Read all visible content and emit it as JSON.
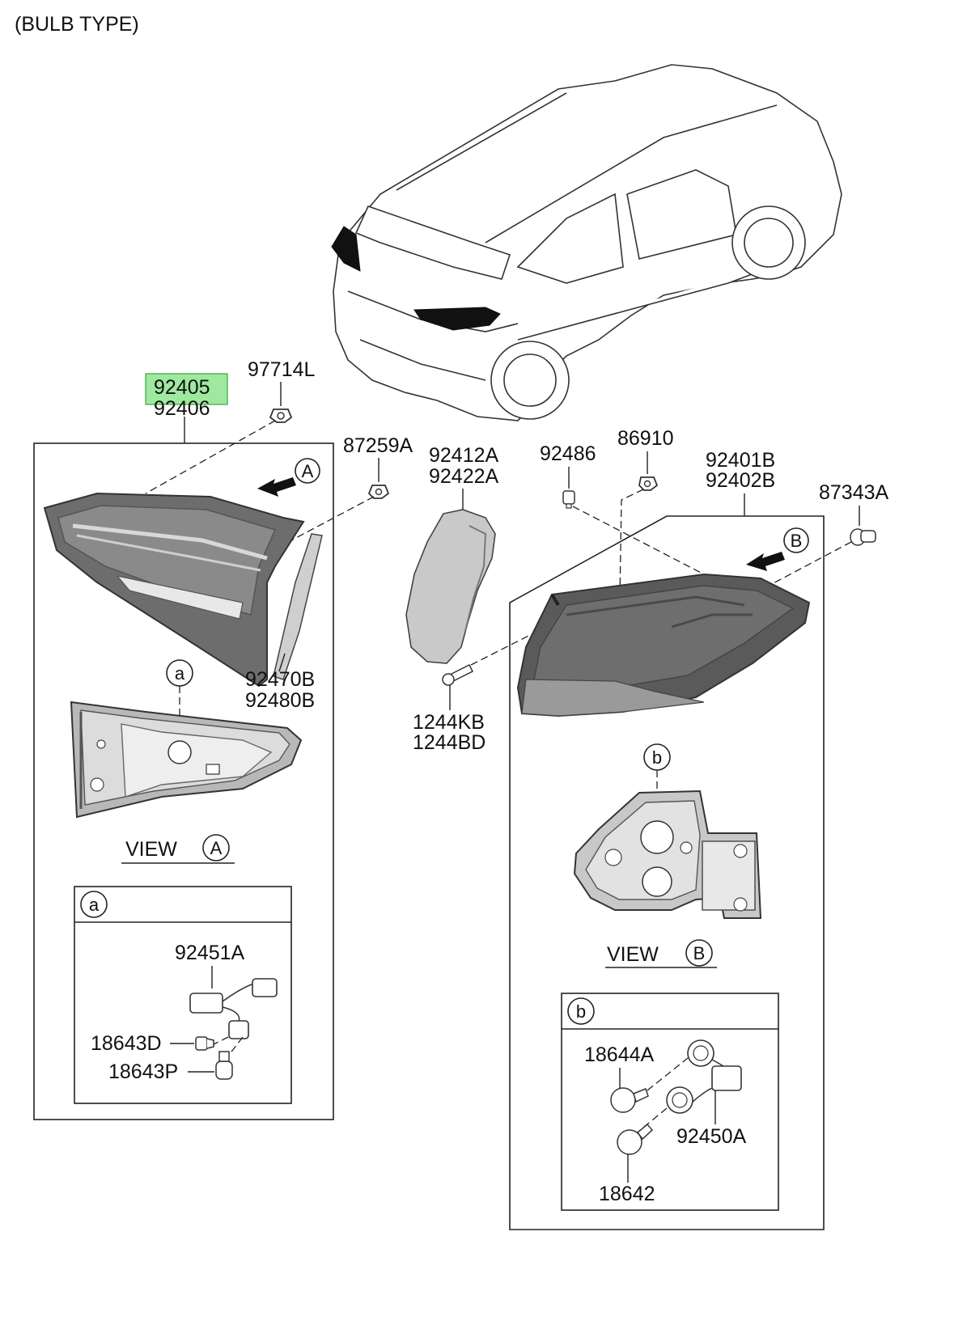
{
  "header": {
    "title": "(BULB TYPE)"
  },
  "part_numbers": {
    "inner_lamp": [
      "92405",
      "92406"
    ],
    "inner_lamp_nut": "97714L",
    "inner_lamp_clip": "87259A",
    "inner_gasket": [
      "92470B",
      "92480B"
    ],
    "inner_housing_cover": [
      "92412A",
      "92422A"
    ],
    "screw": [
      "1244KB",
      "1244BD"
    ],
    "outer_retainer": "92486",
    "outer_clip": "86910",
    "outer_lamp": [
      "92401B",
      "92402B"
    ],
    "outer_grommet": "87343A",
    "inner_socket_wiring": "92451A",
    "inner_bulb_1": "18643D",
    "inner_bulb_2": "18643P",
    "outer_bulb_1": "18644A",
    "outer_socket_wiring": "92450A",
    "outer_bulb_2": "18642"
  },
  "views": {
    "view_a": {
      "label": "VIEW",
      "letter": "A"
    },
    "view_b": {
      "label": "VIEW",
      "letter": "B"
    }
  },
  "callouts": {
    "a": "a",
    "b": "b",
    "A": "A",
    "B": "B"
  },
  "highlight": {
    "color": "#7fe07f",
    "part": "92405"
  }
}
